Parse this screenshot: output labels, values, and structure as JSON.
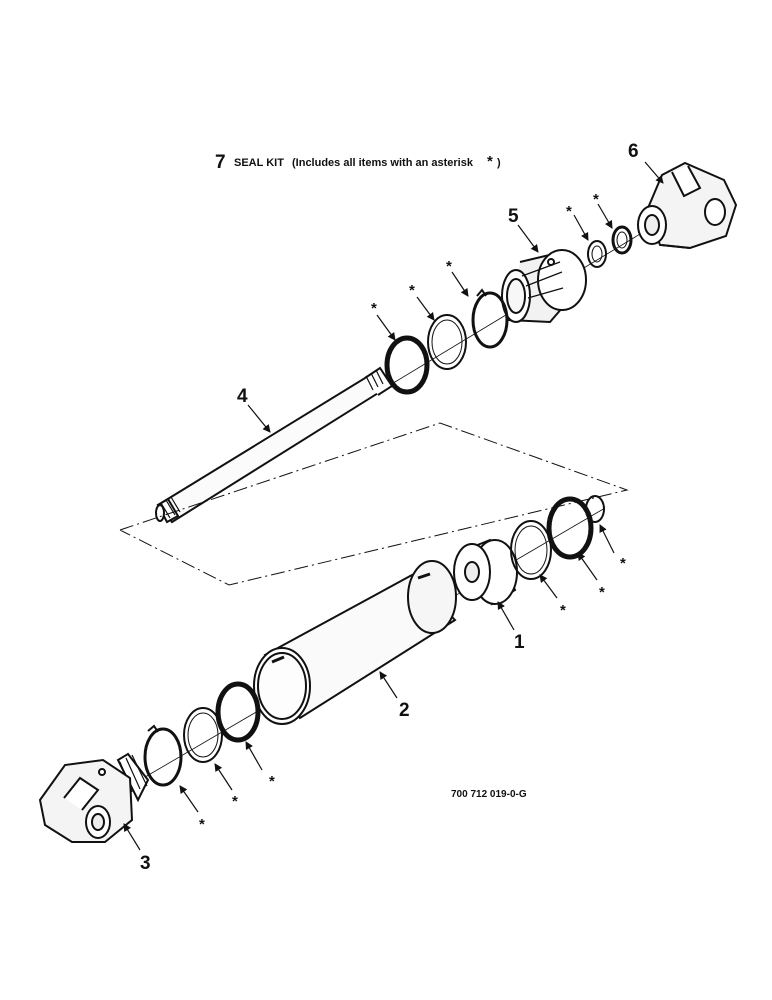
{
  "seal_kit": {
    "number": "7",
    "label": "SEAL KIT",
    "note": "(Includes all items with an asterisk",
    "asterisk": "*",
    "close": ")"
  },
  "callouts": {
    "barrel_end_cap": "1",
    "barrel": "2",
    "base_clevis": "3",
    "piston_rod": "4",
    "piston": "5",
    "rod_clevis": "6"
  },
  "seal_marker": "*",
  "drawing_number": "700 712 019-0-G",
  "colors": {
    "ink": "#111111",
    "paper": "#ffffff",
    "tone": "#e8e8e8"
  }
}
